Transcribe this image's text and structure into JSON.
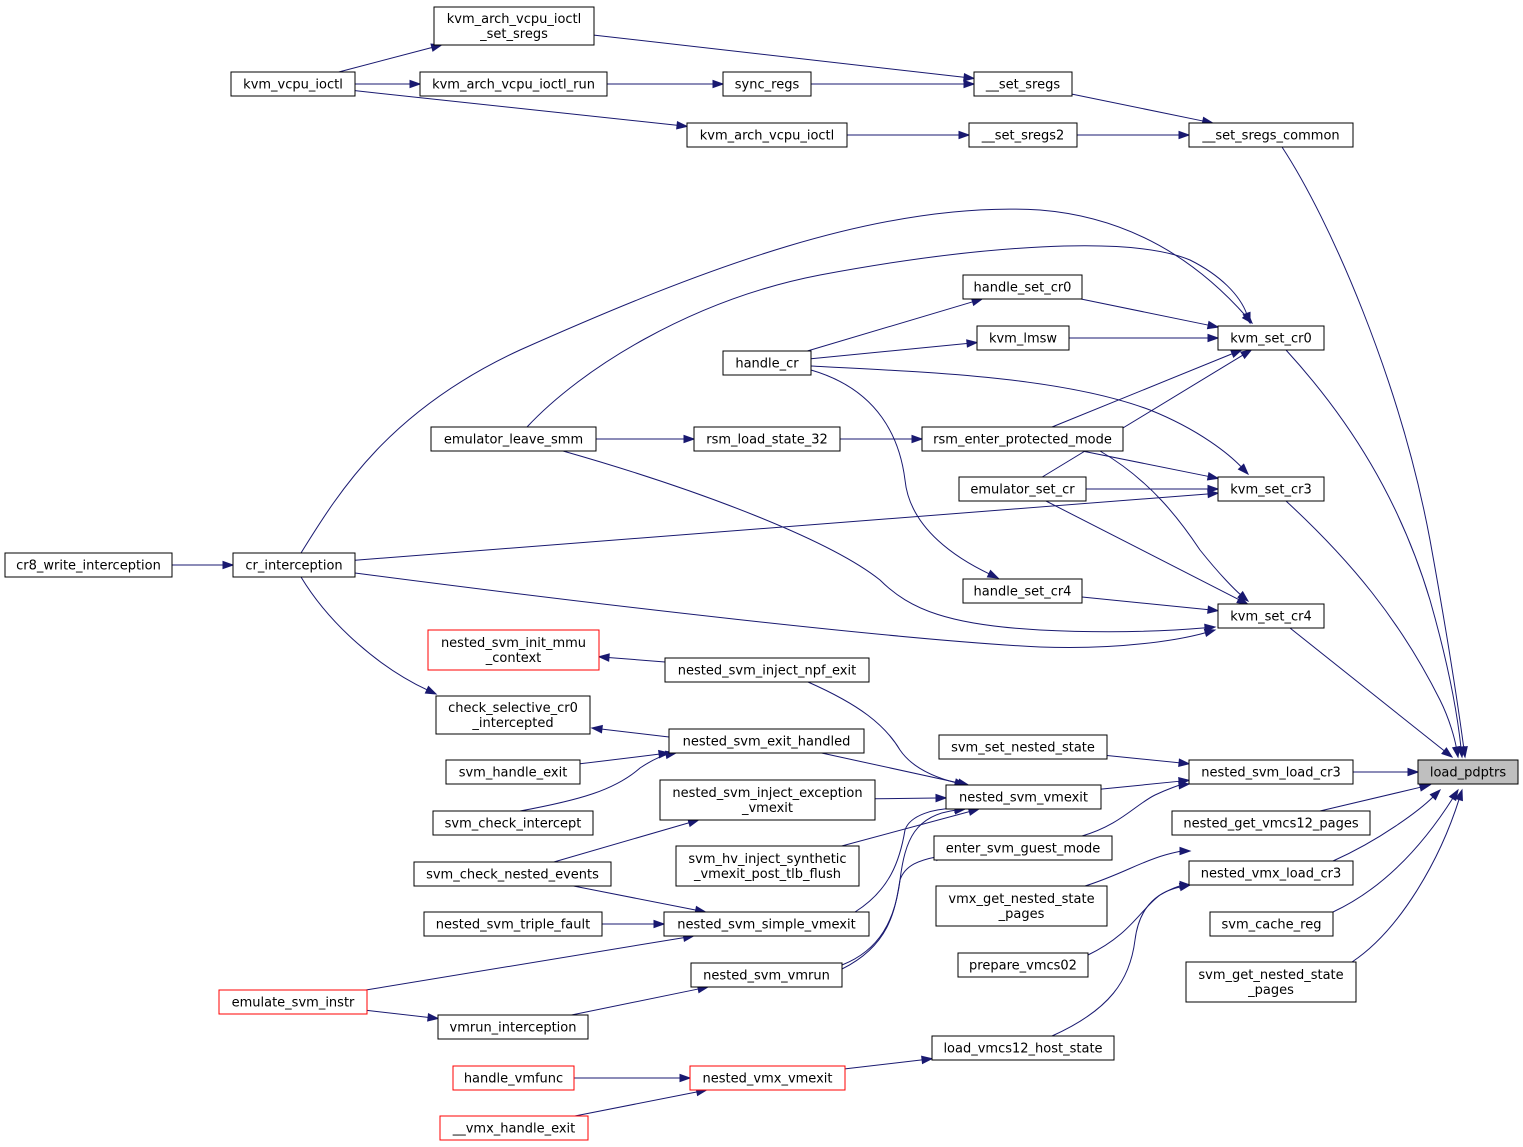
{
  "colors": {
    "edge": "#191970",
    "border": "#000000",
    "truncated_border": "#ff0000",
    "focus_fill": "#bfbfbf"
  },
  "nodes": {
    "load_pdptrs": [
      "load_pdptrs"
    ],
    "kvm_arch_vcpu_ioctl_set_sregs": [
      "kvm_arch_vcpu_ioctl",
      "_set_sregs"
    ],
    "kvm_vcpu_ioctl": [
      "kvm_vcpu_ioctl"
    ],
    "kvm_arch_vcpu_ioctl_run": [
      "kvm_arch_vcpu_ioctl_run"
    ],
    "sync_regs": [
      "sync_regs"
    ],
    "set_sregs": [
      "__set_sregs"
    ],
    "kvm_arch_vcpu_ioctl": [
      "kvm_arch_vcpu_ioctl"
    ],
    "set_sregs2": [
      "__set_sregs2"
    ],
    "set_sregs_common": [
      "__set_sregs_common"
    ],
    "handle_set_cr0": [
      "handle_set_cr0"
    ],
    "kvm_lmsw": [
      "kvm_lmsw"
    ],
    "kvm_set_cr0": [
      "kvm_set_cr0"
    ],
    "handle_cr": [
      "handle_cr"
    ],
    "emulator_leave_smm": [
      "emulator_leave_smm"
    ],
    "rsm_load_state_32": [
      "rsm_load_state_32"
    ],
    "rsm_enter_protected_mode": [
      "rsm_enter_protected_mode"
    ],
    "emulator_set_cr": [
      "emulator_set_cr"
    ],
    "kvm_set_cr3": [
      "kvm_set_cr3"
    ],
    "cr8_write_interception": [
      "cr8_write_interception"
    ],
    "cr_interception": [
      "cr_interception"
    ],
    "handle_set_cr4": [
      "handle_set_cr4"
    ],
    "kvm_set_cr4": [
      "kvm_set_cr4"
    ],
    "nested_svm_init_mmu_context": [
      "nested_svm_init_mmu",
      "_context"
    ],
    "nested_svm_inject_npf_exit": [
      "nested_svm_inject_npf_exit"
    ],
    "check_selective_cr0_intercepted": [
      "check_selective_cr0",
      "_intercepted"
    ],
    "nested_svm_exit_handled": [
      "nested_svm_exit_handled"
    ],
    "svm_set_nested_state": [
      "svm_set_nested_state"
    ],
    "svm_handle_exit": [
      "svm_handle_exit"
    ],
    "nested_svm_vmexit": [
      "nested_svm_vmexit"
    ],
    "nested_svm_load_cr3": [
      "nested_svm_load_cr3"
    ],
    "svm_check_intercept": [
      "svm_check_intercept"
    ],
    "nested_svm_inject_exception_vmexit": [
      "nested_svm_inject_exception",
      "_vmexit"
    ],
    "nested_get_vmcs12_pages": [
      "nested_get_vmcs12_pages"
    ],
    "enter_svm_guest_mode": [
      "enter_svm_guest_mode"
    ],
    "svm_hv_inject_synthetic_vmexit_post_tlb_flush": [
      "svm_hv_inject_synthetic",
      "_vmexit_post_tlb_flush"
    ],
    "svm_check_nested_events": [
      "svm_check_nested_events"
    ],
    "nested_vmx_load_cr3": [
      "nested_vmx_load_cr3"
    ],
    "vmx_get_nested_state_pages": [
      "vmx_get_nested_state",
      "_pages"
    ],
    "nested_svm_triple_fault": [
      "nested_svm_triple_fault"
    ],
    "nested_svm_simple_vmexit": [
      "nested_svm_simple_vmexit"
    ],
    "svm_cache_reg": [
      "svm_cache_reg"
    ],
    "nested_svm_vmrun": [
      "nested_svm_vmrun"
    ],
    "prepare_vmcs02": [
      "prepare_vmcs02"
    ],
    "svm_get_nested_state_pages": [
      "svm_get_nested_state",
      "_pages"
    ],
    "emulate_svm_instr": [
      "emulate_svm_instr"
    ],
    "vmrun_interception": [
      "vmrun_interception"
    ],
    "load_vmcs12_host_state": [
      "load_vmcs12_host_state"
    ],
    "handle_vmfunc": [
      "handle_vmfunc"
    ],
    "nested_vmx_vmexit": [
      "nested_vmx_vmexit"
    ],
    "vmx_handle_exit": [
      "__vmx_handle_exit"
    ]
  },
  "edges": [
    [
      "kvm_vcpu_ioctl",
      "kvm_arch_vcpu_ioctl_set_sregs"
    ],
    [
      "kvm_vcpu_ioctl",
      "kvm_arch_vcpu_ioctl_run"
    ],
    [
      "kvm_vcpu_ioctl",
      "kvm_arch_vcpu_ioctl"
    ],
    [
      "kvm_arch_vcpu_ioctl_run",
      "sync_regs"
    ],
    [
      "kvm_arch_vcpu_ioctl_set_sregs",
      "set_sregs"
    ],
    [
      "sync_regs",
      "set_sregs"
    ],
    [
      "kvm_arch_vcpu_ioctl",
      "set_sregs2"
    ],
    [
      "set_sregs",
      "set_sregs_common"
    ],
    [
      "set_sregs2",
      "set_sregs_common"
    ],
    [
      "set_sregs_common",
      "load_pdptrs"
    ],
    [
      "handle_cr",
      "handle_set_cr0"
    ],
    [
      "handle_cr",
      "kvm_lmsw"
    ],
    [
      "handle_set_cr0",
      "kvm_set_cr0"
    ],
    [
      "kvm_lmsw",
      "kvm_set_cr0"
    ],
    [
      "emulator_leave_smm",
      "kvm_set_cr0"
    ],
    [
      "cr_interception",
      "kvm_set_cr0"
    ],
    [
      "rsm_enter_protected_mode",
      "kvm_set_cr0"
    ],
    [
      "emulator_set_cr",
      "kvm_set_cr0"
    ],
    [
      "emulator_leave_smm",
      "rsm_load_state_32"
    ],
    [
      "rsm_load_state_32",
      "rsm_enter_protected_mode"
    ],
    [
      "handle_cr",
      "kvm_set_cr3"
    ],
    [
      "rsm_enter_protected_mode",
      "kvm_set_cr3"
    ],
    [
      "emulator_set_cr",
      "kvm_set_cr3"
    ],
    [
      "cr_interception",
      "kvm_set_cr3"
    ],
    [
      "cr8_write_interception",
      "cr_interception"
    ],
    [
      "handle_cr",
      "handle_set_cr4"
    ],
    [
      "handle_set_cr4",
      "kvm_set_cr4"
    ],
    [
      "rsm_enter_protected_mode",
      "kvm_set_cr4"
    ],
    [
      "emulator_set_cr",
      "kvm_set_cr4"
    ],
    [
      "emulator_leave_smm",
      "kvm_set_cr4"
    ],
    [
      "cr_interception",
      "kvm_set_cr4"
    ],
    [
      "kvm_set_cr0",
      "load_pdptrs"
    ],
    [
      "kvm_set_cr3",
      "load_pdptrs"
    ],
    [
      "kvm_set_cr4",
      "load_pdptrs"
    ],
    [
      "nested_svm_inject_npf_exit",
      "nested_svm_init_mmu_context"
    ],
    [
      "cr_interception",
      "check_selective_cr0_intercepted"
    ],
    [
      "nested_svm_exit_handled",
      "check_selective_cr0_intercepted"
    ],
    [
      "svm_handle_exit",
      "nested_svm_exit_handled"
    ],
    [
      "svm_check_intercept",
      "nested_svm_exit_handled"
    ],
    [
      "nested_svm_inject_npf_exit",
      "nested_svm_vmexit"
    ],
    [
      "nested_svm_exit_handled",
      "nested_svm_vmexit"
    ],
    [
      "nested_svm_inject_exception_vmexit",
      "nested_svm_vmexit"
    ],
    [
      "svm_hv_inject_synthetic_vmexit_post_tlb_flush",
      "nested_svm_vmexit"
    ],
    [
      "nested_svm_simple_vmexit",
      "nested_svm_vmexit"
    ],
    [
      "nested_svm_vmrun",
      "nested_svm_vmexit"
    ],
    [
      "svm_check_nested_events",
      "nested_svm_inject_exception_vmexit"
    ],
    [
      "svm_check_nested_events",
      "nested_svm_simple_vmexit"
    ],
    [
      "nested_svm_triple_fault",
      "nested_svm_simple_vmexit"
    ],
    [
      "emulate_svm_instr",
      "nested_svm_simple_vmexit"
    ],
    [
      "vmrun_interception",
      "nested_svm_vmrun"
    ],
    [
      "emulate_svm_instr",
      "vmrun_interception"
    ],
    [
      "svm_set_nested_state",
      "nested_svm_load_cr3"
    ],
    [
      "nested_svm_vmexit",
      "nested_svm_load_cr3"
    ],
    [
      "enter_svm_guest_mode",
      "nested_svm_load_cr3"
    ],
    [
      "nested_svm_vmrun",
      "enter_svm_guest_mode"
    ],
    [
      "nested_svm_load_cr3",
      "load_pdptrs"
    ],
    [
      "nested_get_vmcs12_pages",
      "load_pdptrs"
    ],
    [
      "nested_vmx_load_cr3",
      "load_pdptrs"
    ],
    [
      "svm_cache_reg",
      "load_pdptrs"
    ],
    [
      "svm_get_nested_state_pages",
      "load_pdptrs"
    ],
    [
      "vmx_get_nested_state_pages",
      "nested_vmx_load_cr3"
    ],
    [
      "prepare_vmcs02",
      "nested_vmx_load_cr3"
    ],
    [
      "load_vmcs12_host_state",
      "nested_vmx_load_cr3"
    ],
    [
      "nested_vmx_vmexit",
      "load_vmcs12_host_state"
    ],
    [
      "handle_vmfunc",
      "nested_vmx_vmexit"
    ],
    [
      "vmx_handle_exit",
      "nested_vmx_vmexit"
    ]
  ]
}
